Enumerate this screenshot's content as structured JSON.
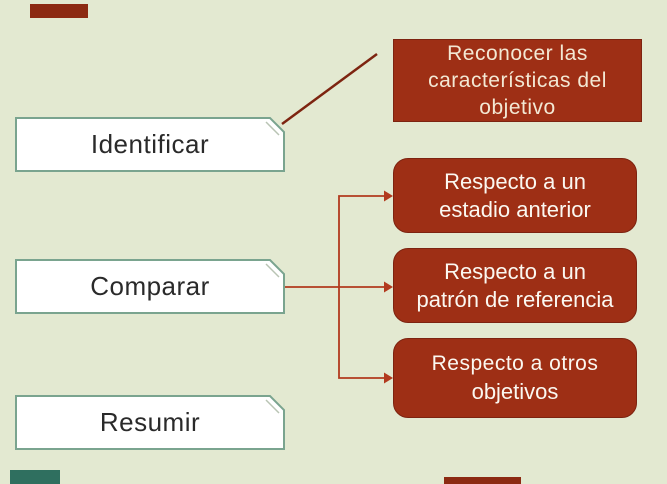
{
  "colors": {
    "bg": "#e3e9d1",
    "teal": "#7aa48f",
    "fold": "#b9c4b4",
    "left-text": "#2a2a2a",
    "red-fill": "#9e2f15",
    "red-border": "#7d2310",
    "cream-text": "#f3e8d4",
    "white-text": "#fbf8f1",
    "connector": "#b23a1e",
    "diagonal": "#7d2410",
    "corner-red": "#8c2a12",
    "corner-teal": "#2f6f5f"
  },
  "left_boxes": [
    {
      "label": "Identificar"
    },
    {
      "label": "Comparar"
    },
    {
      "label": "Resumir"
    }
  ],
  "right_boxes": {
    "reconocer": {
      "line1": "Reconocer las",
      "line2": "características del",
      "line3": "objetivo"
    },
    "items": [
      {
        "line1": "Respecto a un",
        "line2": "estadio anterior"
      },
      {
        "line1": "Respecto a un",
        "line2": "patrón de referencia"
      },
      {
        "line1": "Respecto a otros",
        "line2": "objetivos"
      }
    ]
  }
}
